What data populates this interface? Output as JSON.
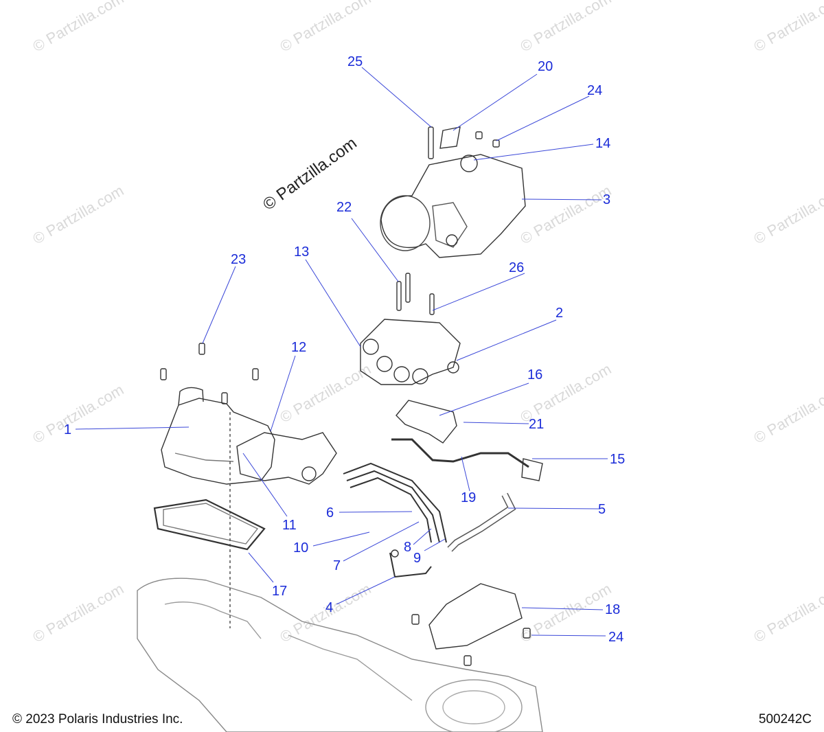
{
  "watermark": {
    "repeat_text": "© Partzilla.com",
    "main_text": "© Partzilla.com"
  },
  "callouts": [
    "25",
    "20",
    "24",
    "14",
    "3",
    "22",
    "13",
    "26",
    "2",
    "23",
    "12",
    "16",
    "1",
    "21",
    "15",
    "11",
    "19",
    "6",
    "5",
    "10",
    "8",
    "9",
    "7",
    "17",
    "4",
    "18",
    "24"
  ],
  "footer": {
    "copyright": "© 2023 Polaris Industries Inc.",
    "diagram_id": "500242C"
  },
  "colors": {
    "callout": "#1a2bd8",
    "leader": "#3a47d8",
    "line_art": "#333333",
    "watermark": "#d9d9d9"
  }
}
